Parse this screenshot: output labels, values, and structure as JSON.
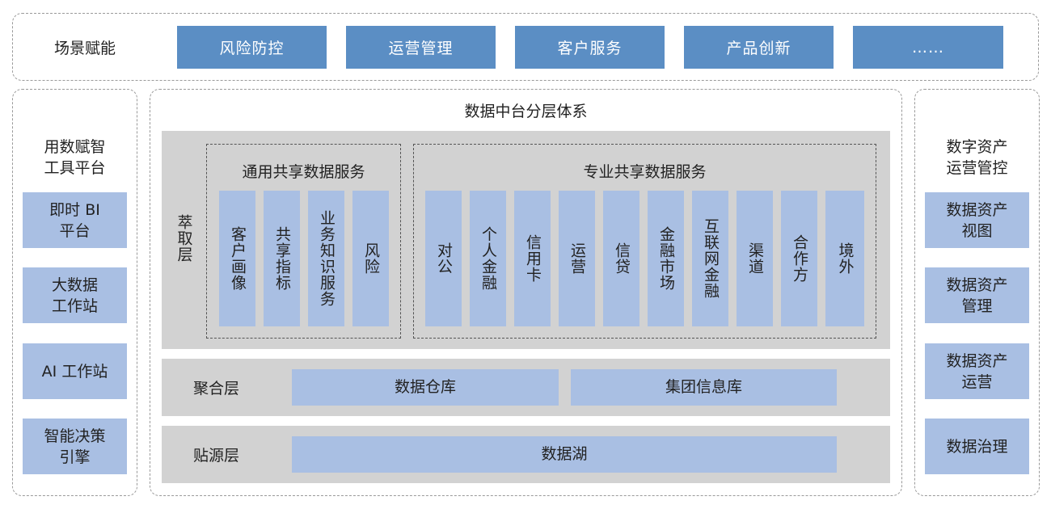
{
  "scenario": {
    "label": "场景赋能",
    "items": [
      "风险防控",
      "运营管理",
      "客户服务",
      "产品创新",
      "……"
    ]
  },
  "left_panel": {
    "title": "用数赋智\n工具平台",
    "items": [
      "即时 BI\n平台",
      "大数据\n工作站",
      "AI 工作站",
      "智能决策\n引擎"
    ]
  },
  "right_panel": {
    "title": "数字资产\n运营管控",
    "items": [
      "数据资产\n视图",
      "数据资产\n管理",
      "数据资产\n运营",
      "数据治理"
    ]
  },
  "center": {
    "title": "数据中台分层体系",
    "extract_layer": {
      "label": "萃取层",
      "general_group": {
        "title": "通用共享数据服务",
        "items": [
          "客户画像",
          "共享指标",
          "业务知识服务",
          "风险"
        ]
      },
      "special_group": {
        "title": "专业共享数据服务",
        "items": [
          "对公",
          "个人金融",
          "信用卡",
          "运营",
          "信贷",
          "金融市场",
          "互联网金融",
          "渠道",
          "合作方",
          "境外"
        ]
      }
    },
    "aggregate_layer": {
      "label": "聚合层",
      "items": [
        "数据仓库",
        "集团信息库"
      ]
    },
    "source_layer": {
      "label": "贴源层",
      "items": [
        "数据湖"
      ]
    }
  },
  "colors": {
    "scene_blue": "#5b8ec4",
    "tile_blue": "#a9bfe3",
    "band_gray": "#d2d2d2",
    "dashed_border": "#9a9a9a"
  }
}
